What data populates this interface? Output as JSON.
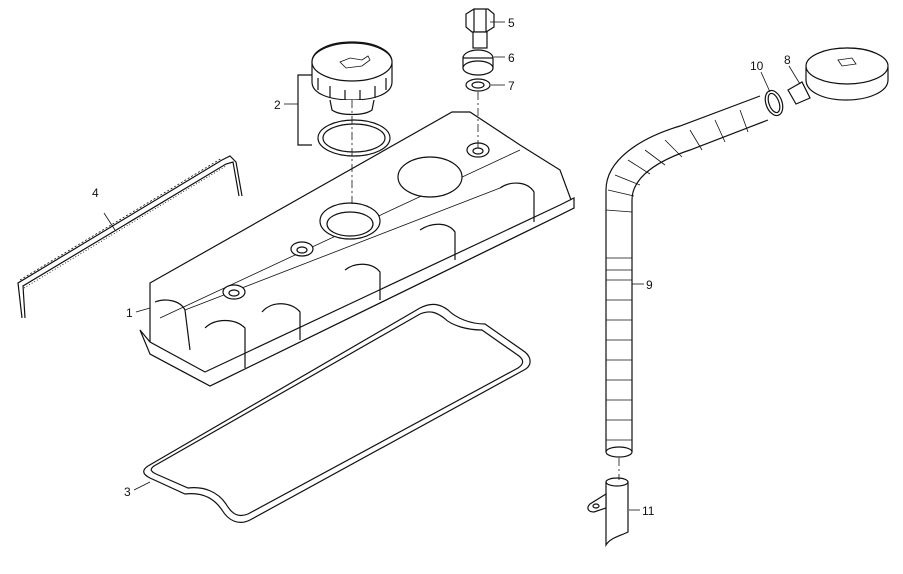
{
  "labels": {
    "valve_cover": "1",
    "oil_filler_cap": "2",
    "cover_gasket": "3",
    "seal_strip": "4",
    "bolt": "5",
    "grommet": "6",
    "washer": "7",
    "breather_cap": "8",
    "breather_hose": "9",
    "hose_clamp": "10",
    "tube_fitting": "11"
  }
}
